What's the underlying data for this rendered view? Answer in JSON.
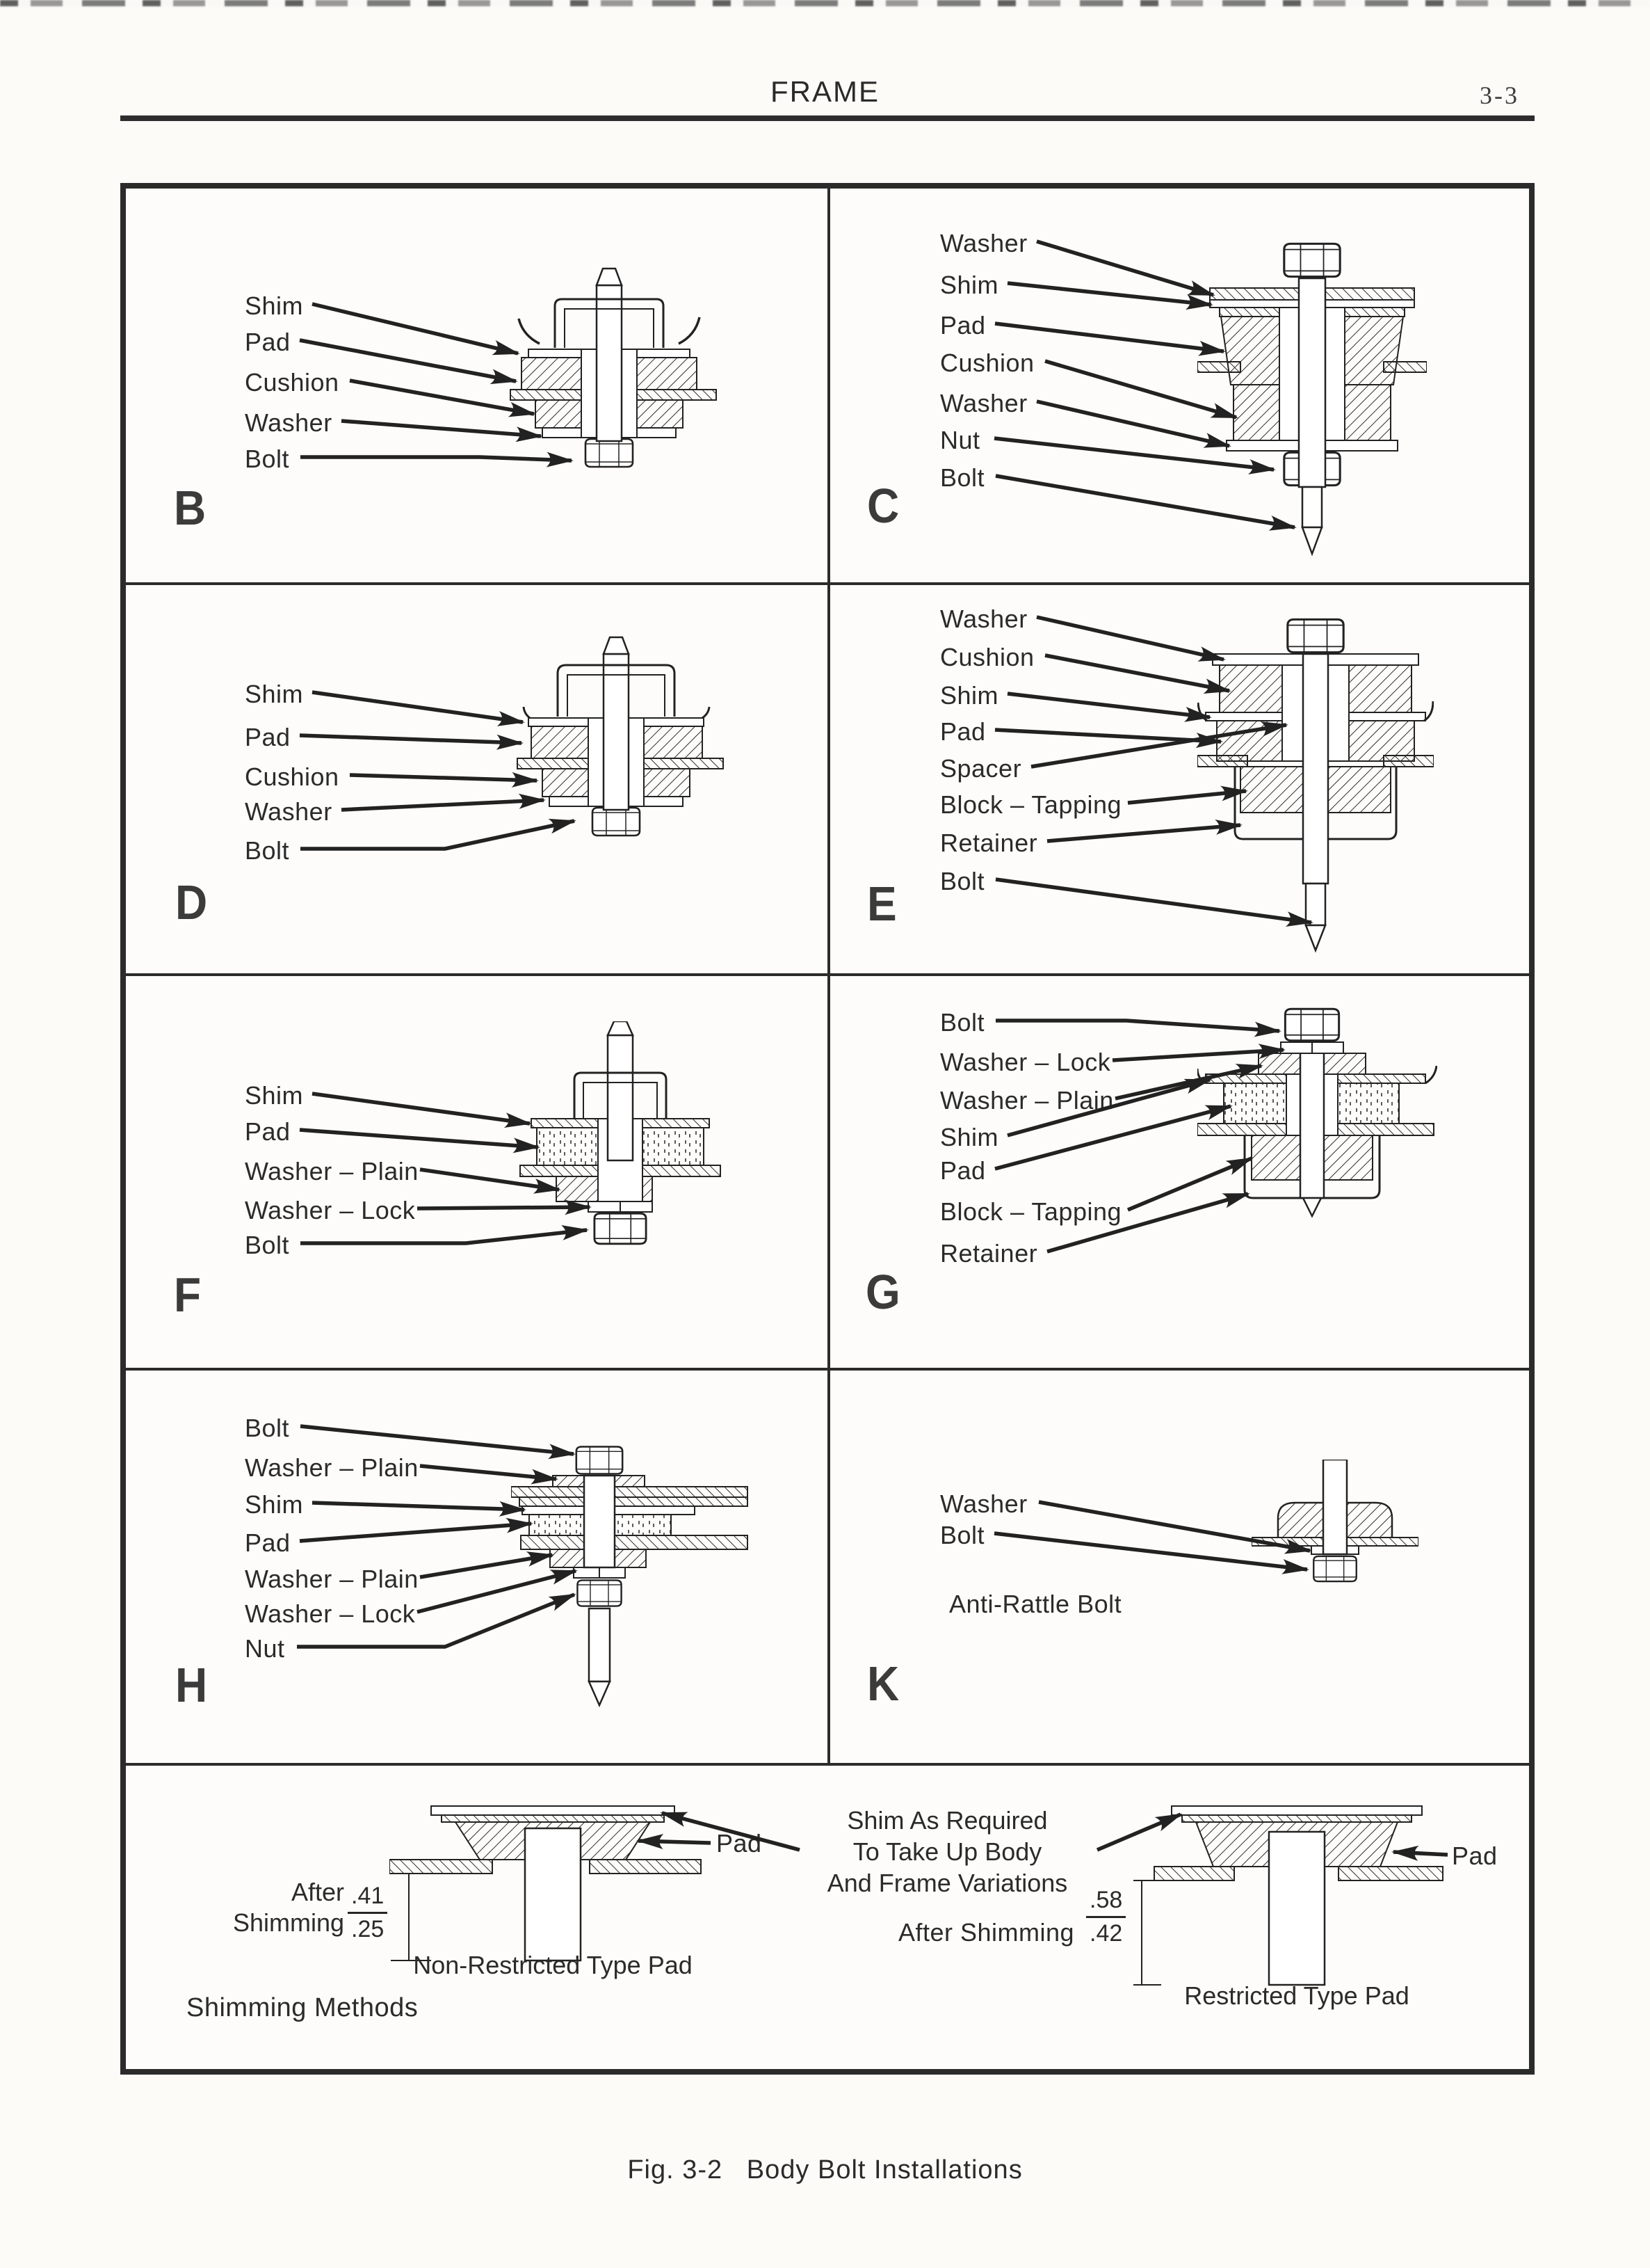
{
  "header": {
    "title": "FRAME",
    "page_number": "3-3"
  },
  "figure_caption": "Fig. 3-2   Body Bolt Installations",
  "panels": [
    {
      "letter": "B",
      "labels": [
        "Shim",
        "Pad",
        "Cushion",
        "Washer",
        "Bolt"
      ]
    },
    {
      "letter": "C",
      "labels": [
        "Washer",
        "Shim",
        "Pad",
        "Cushion",
        "Washer",
        "Nut",
        "Bolt"
      ]
    },
    {
      "letter": "D",
      "labels": [
        "Shim",
        "Pad",
        "Cushion",
        "Washer",
        "Bolt"
      ]
    },
    {
      "letter": "E",
      "labels": [
        "Washer",
        "Cushion",
        "Shim",
        "Pad",
        "Spacer",
        "Block – Tapping",
        "Retainer",
        "Bolt"
      ]
    },
    {
      "letter": "F",
      "labels": [
        "Shim",
        "Pad",
        "Washer – Plain",
        "Washer – Lock",
        "Bolt"
      ]
    },
    {
      "letter": "G",
      "labels": [
        "Bolt",
        "Washer – Lock",
        "Washer – Plain",
        "Shim",
        "Pad",
        "Block – Tapping",
        "Retainer"
      ]
    },
    {
      "letter": "H",
      "labels": [
        "Bolt",
        "Washer – Plain",
        "Shim",
        "Pad",
        "Washer – Plain",
        "Washer – Lock",
        "Nut"
      ]
    },
    {
      "letter": "K",
      "labels": [
        "Washer",
        "Bolt"
      ],
      "note": "Anti-Rattle Bolt"
    }
  ],
  "shimming": {
    "section_label": "Shimming Methods",
    "center_note_lines": [
      "Shim As Required",
      "To Take Up Body",
      "And Frame Variations"
    ],
    "left": {
      "label_lines": [
        "After",
        "Shimming"
      ],
      "dim_top": ".41",
      "dim_bottom": ".25",
      "pad_label": "Pad",
      "caption": "Non-Restricted  Type  Pad"
    },
    "right": {
      "label": "After Shimming",
      "dim_top": ".58",
      "dim_bottom": ".42",
      "pad_label": "Pad",
      "caption": "Restricted  Type  Pad"
    }
  }
}
